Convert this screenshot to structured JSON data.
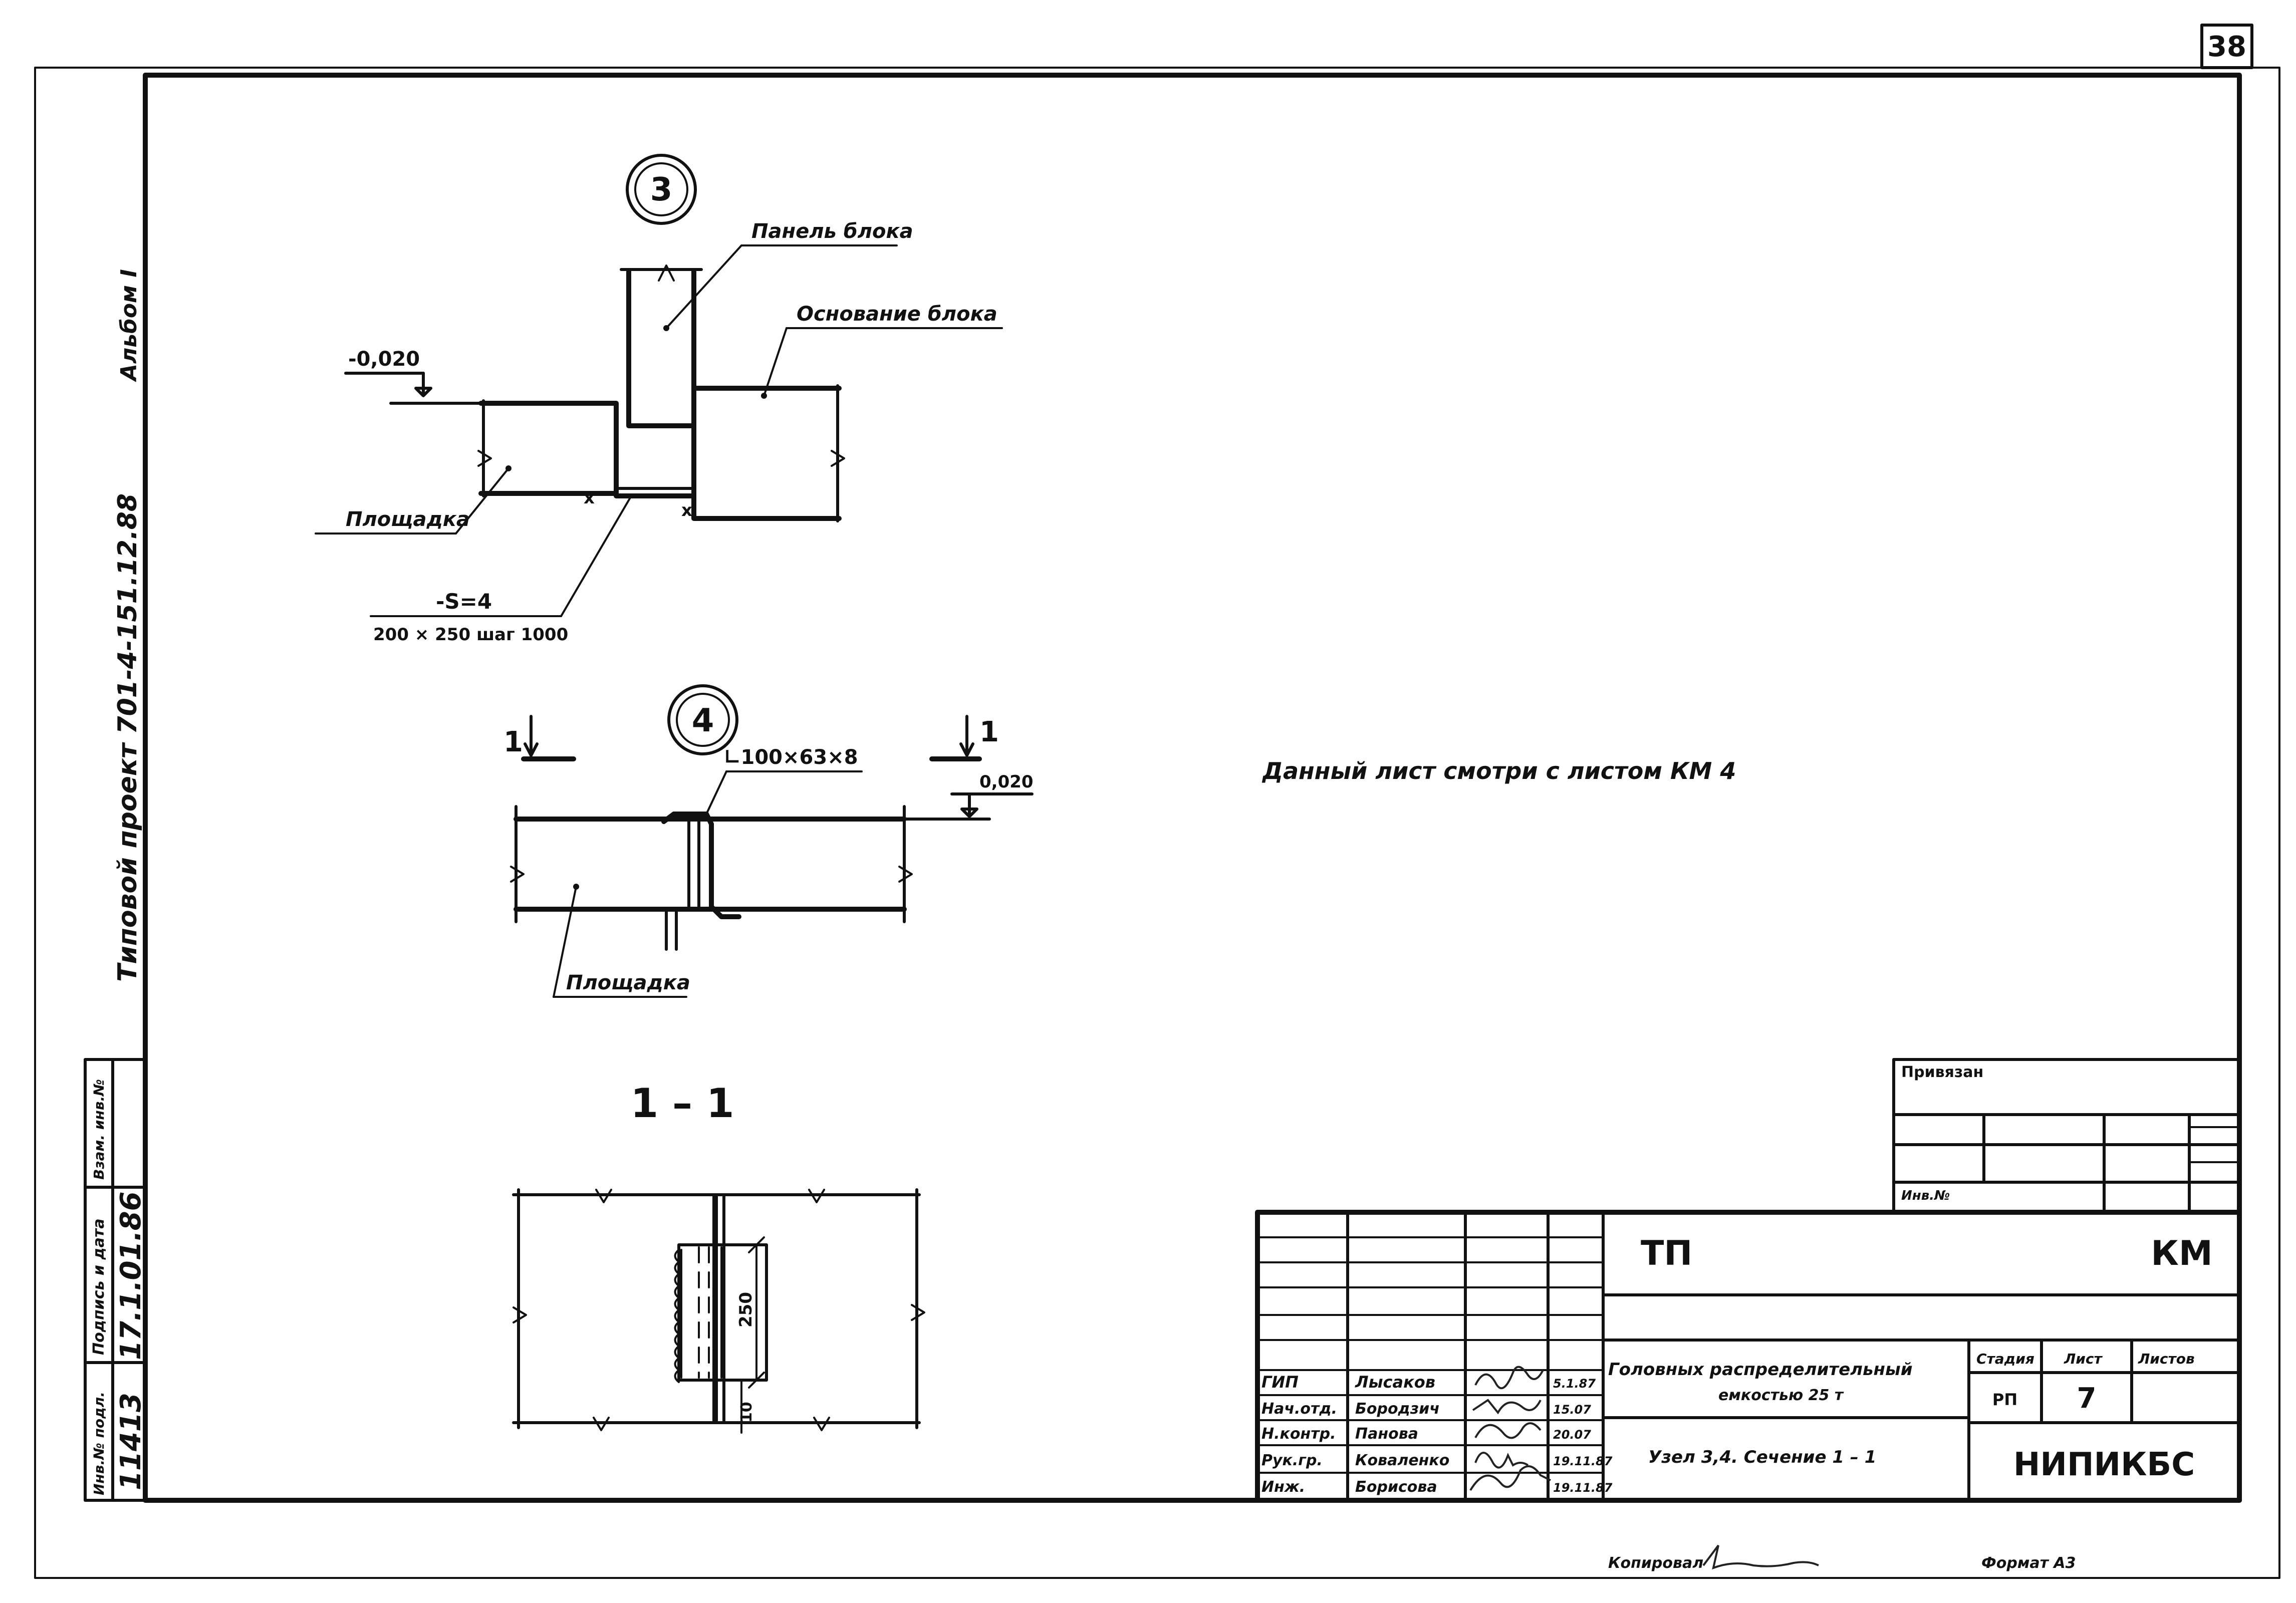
{
  "page_number": "38",
  "side_labels": {
    "album": "Альбом I",
    "project": "Типовой проект  701-4-151.12.88"
  },
  "left_stamp": {
    "inv_label": "Инв.№ подл.",
    "inv_value": "11413",
    "sign_label": "Подпись и дата",
    "sign_value": "17.1.01.86",
    "vzam_label": "Взам. инв.№"
  },
  "node3": {
    "number": "3",
    "panel_label": "Панель блока",
    "base_label": "Основание блока",
    "elevation": "-0,020",
    "platform_label": "Площадка",
    "plate_label": "-S=4",
    "plate_sub": "200 × 250  шаг 1000"
  },
  "node4": {
    "number": "4",
    "angle_label": "∟100×63×8",
    "elevation": "0,020",
    "platform_label": "Площадка",
    "cut_left": "1",
    "cut_right": "1"
  },
  "section": {
    "title": "1 – 1",
    "dim_250": "250",
    "dim_10": "10"
  },
  "note": "Данный лист смотри с листом КМ 4",
  "privyazka": {
    "title": "Привязан",
    "inv_label": "Инв.№"
  },
  "title_block": {
    "code_left": "ТП",
    "code_right": "КМ",
    "roles": [
      {
        "role": "ГИП",
        "name": "Лысаков"
      },
      {
        "role": "Нач.отд.",
        "name": "Бородзич"
      },
      {
        "role": "Н.контр.",
        "name": "Панова"
      },
      {
        "role": "Рук.гр.",
        "name": "Коваленко"
      },
      {
        "role": "Инж.",
        "name": "Борисова"
      }
    ],
    "dates": [
      "5.1.87",
      "15.07",
      "20.07",
      "19.11.87",
      "19.11.87"
    ],
    "object_title_line1": "Головных распределительный",
    "object_title_line2": "емкостью 25 т",
    "sheet_title": "Узел 3,4. Сечение 1 – 1",
    "stage_label": "Стадия",
    "sheet_label": "Лист",
    "sheets_label": "Листов",
    "stage_value": "РП",
    "sheet_value": "7",
    "organization": "НИПИКБС"
  },
  "footer": {
    "copied_label": "Копировал",
    "format_label": "Формат А3"
  }
}
